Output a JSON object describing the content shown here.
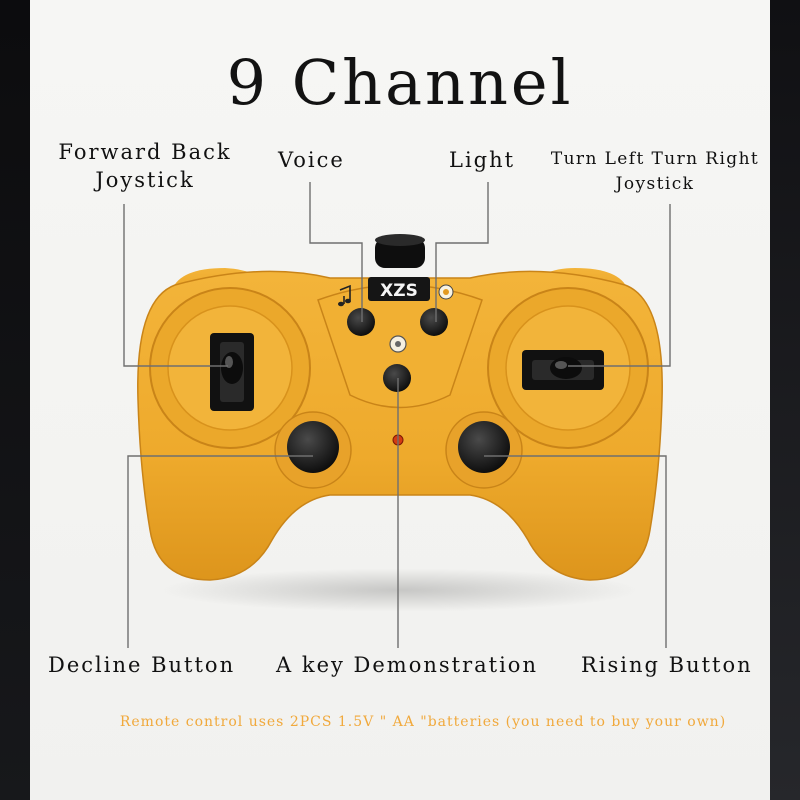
{
  "title": "9 Channel",
  "labels": {
    "forward_back_line1": "Forward Back",
    "forward_back_line2": "Joystick",
    "voice": "Voice",
    "light": "Light",
    "turn_line1": "Turn Left Turn Right",
    "turn_line2": "Joystick",
    "decline": "Decline Button",
    "demo": "A key Demonstration",
    "rising": "Rising Button"
  },
  "brand_logo": "XZS",
  "note": "Remote control uses 2PCS 1.5V \" AA \"batteries (you need to buy your own)",
  "colors": {
    "body": "#f0ae2e",
    "body_shadow": "#d8901a",
    "note": "#f1a93c"
  },
  "icons": [
    "music-note-icon",
    "sun-icon",
    "gear-icon"
  ]
}
